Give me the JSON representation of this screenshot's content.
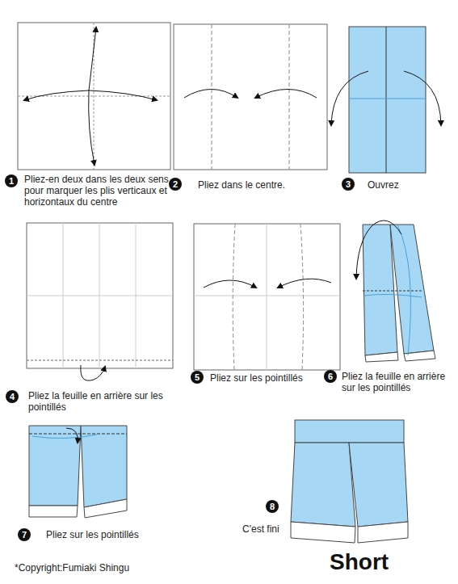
{
  "diagram": {
    "title": "Short",
    "labels": [
      "1",
      "Pliez-en deux dans les deux sens pour marquer les plis verticaux et horizontaux du centre",
      "2",
      "Pliez dans le centre.",
      "3",
      "Ouvrez",
      "4",
      "Pliez la feuille en arrière sur les pointillés",
      "5",
      "Pliez sur les pointillés",
      "6",
      "Pliez la feuille en arrière sur les pointillés",
      "7",
      "Pliez sur les pointillés",
      "8",
      "C'est fini",
      "*Copyright:Fumiaki Shingu"
    ]
  }
}
